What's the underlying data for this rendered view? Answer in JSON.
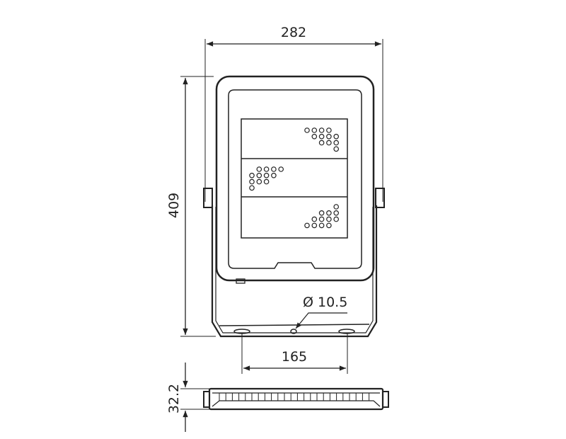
{
  "title": "Floodlight dimensional drawing",
  "dimensions": {
    "width": "282",
    "height": "409",
    "mount_spacing": "165",
    "hole_diameter": "Ø 10.5",
    "depth": "32.2"
  },
  "colors": {
    "line": "#222222",
    "background": "#ffffff"
  }
}
